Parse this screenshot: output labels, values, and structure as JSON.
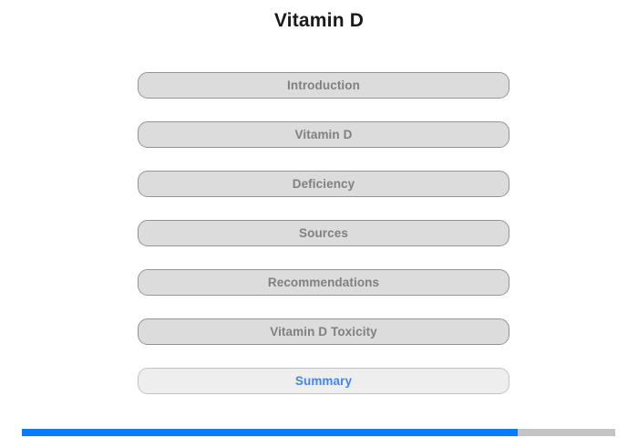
{
  "header": {
    "title": "Vitamin D"
  },
  "nav": {
    "items": [
      {
        "label": "Introduction",
        "active": false
      },
      {
        "label": "Vitamin D",
        "active": false
      },
      {
        "label": "Deficiency",
        "active": false
      },
      {
        "label": "Sources",
        "active": false
      },
      {
        "label": "Recommendations",
        "active": false
      },
      {
        "label": "Vitamin D Toxicity",
        "active": false
      },
      {
        "label": "Summary",
        "active": true
      }
    ]
  },
  "progress": {
    "percent": 83.5,
    "fill_color": "#0b7bf7",
    "track_color": "#c4c4c4"
  },
  "colors": {
    "title_text": "#1a1a1a",
    "button_background": "#dcdcdc",
    "button_border": "#949494",
    "button_text": "#808080",
    "active_button_background": "#eeeeee",
    "active_button_border": "#c4c4c4",
    "active_button_text": "#4285f4",
    "page_background": "#ffffff"
  }
}
